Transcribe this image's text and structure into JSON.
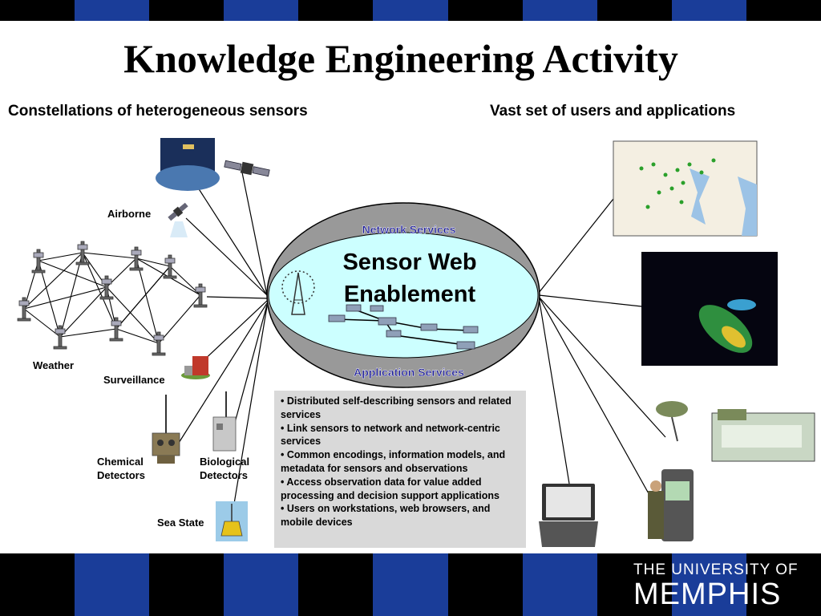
{
  "title": "Knowledge Engineering Activity",
  "subtitle_left": "Constellations of heterogeneous sensors",
  "subtitle_right": "Vast set of users and applications",
  "ellipse": {
    "top_label": "Network Services",
    "center_line1": "Sensor Web",
    "center_line2": "Enablement",
    "bottom_label": "Application Services"
  },
  "sensor_labels": {
    "airborne": "Airborne",
    "weather": "Weather",
    "surveillance": "Surveillance",
    "chemical_line1": "Chemical",
    "chemical_line2": "Detectors",
    "biological_line1": "Biological",
    "biological_line2": "Detectors",
    "sea_state": "Sea State"
  },
  "bullets": [
    "• Distributed self-describing sensors and related services",
    "• Link sensors to network and network-centric services",
    "• Common encodings, information models, and metadata for sensors and observations",
    "• Access observation data for value added processing and decision support applications",
    "• Users on workstations, web browsers, and mobile devices"
  ],
  "logo": {
    "line1": "THE UNIVERSITY OF",
    "line2": "MEMPHIS"
  },
  "colors": {
    "stripe_blue": "#1a3d99",
    "stripe_black": "#000000",
    "ellipse_gray": "#999999",
    "ellipse_inner": "#ccffff",
    "service_label": "#1a1a99"
  },
  "icons": [
    "satellite-photo",
    "satellite-icon",
    "airborne-satellite-icon",
    "weather-station-icon",
    "surveillance-building-icon",
    "chemical-detector-icon",
    "biological-detector-icon",
    "buoy-icon",
    "radio-tower-icon",
    "map-image",
    "radar-image",
    "command-trailer-icon",
    "laptop-icon",
    "soldier-radio-icon"
  ]
}
